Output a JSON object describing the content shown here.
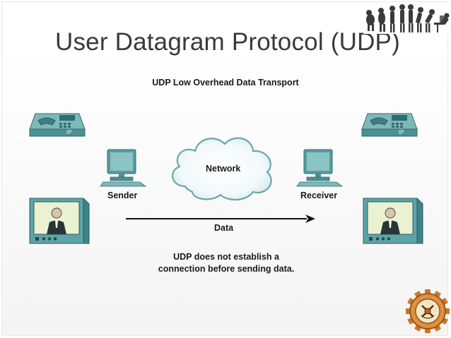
{
  "slide": {
    "title": "User Datagram Protocol (UDP)",
    "diagram_title": "UDP Low Overhead Data Transport",
    "cloud_label": "Network",
    "sender_label": "Sender",
    "receiver_label": "Receiver",
    "arrow_label": "Data",
    "note_line1": "UDP does not establish a",
    "note_line2": "connection before sending data.",
    "phone_badge": "IP"
  },
  "colors": {
    "device_teal": "#5fa3a6",
    "device_dark": "#2f6d70",
    "text": "#1a1a1a",
    "title_text": "#3a3a3a",
    "emblem": "#b8651b"
  }
}
